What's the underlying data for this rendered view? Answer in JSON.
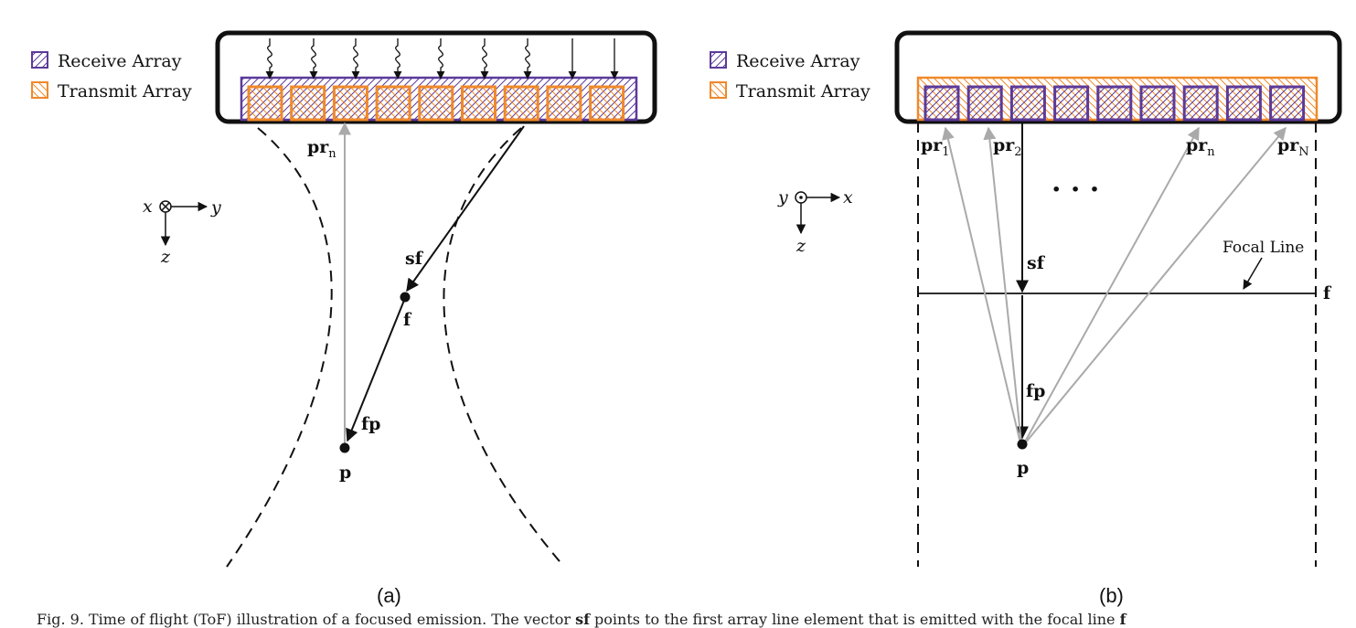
{
  "colors": {
    "receive": "#5b3a9a",
    "transmit": "#f0892a",
    "black": "#111111",
    "gray": "#aaaaaa"
  },
  "legend": {
    "receive_label": "Receive Array",
    "transmit_label": "Transmit Array"
  },
  "panel_a": {
    "label": "(a)",
    "axes": {
      "x": "x",
      "y": "y",
      "z": "z",
      "x_symbol": "cross-into-page"
    },
    "vectors": {
      "pr": "pr",
      "pr_sub": "n",
      "sf": "sf",
      "fp": "fp"
    },
    "points": {
      "f": "f",
      "p": "p"
    }
  },
  "panel_b": {
    "label": "(b)",
    "axes": {
      "y": "y",
      "x": "x",
      "z": "z",
      "y_symbol": "dot-out-of-page"
    },
    "vectors": {
      "pr": "pr",
      "subs": [
        "1",
        "2",
        "n",
        "N"
      ],
      "sf": "sf",
      "fp": "fp"
    },
    "points": {
      "f": "f",
      "p": "p"
    },
    "ellipsis": "· · ·",
    "focal_line_label": "Focal Line"
  },
  "caption": {
    "prefix": "Fig. 9. Time of flight (ToF) illustration of a focused emission. The vector ",
    "vec": "sf",
    "middle": " points to the first array line element that is emitted with the focal line ",
    "end": "f"
  }
}
